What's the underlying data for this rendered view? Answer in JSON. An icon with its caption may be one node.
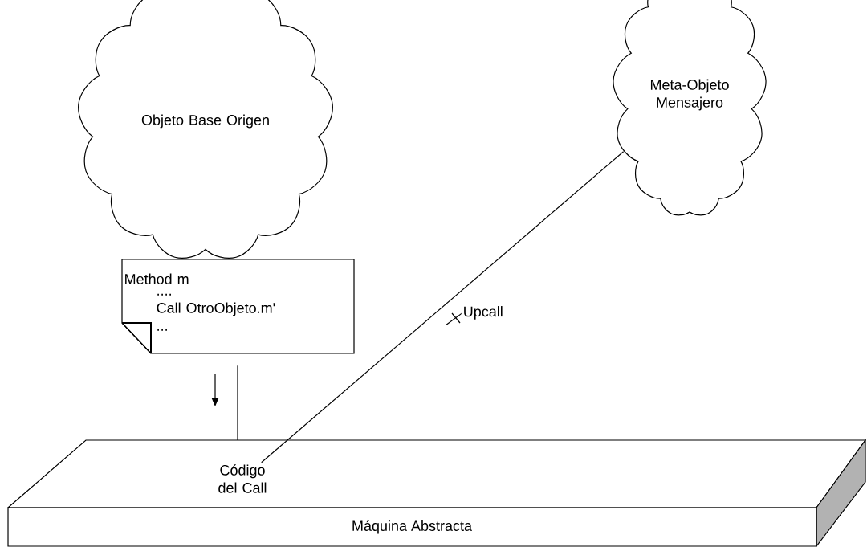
{
  "diagram": {
    "nodes": [
      {
        "text": [
          "Objeto Base Origen"
        ]
      },
      {
        "text": [
          "Meta-Objeto Mensajero"
        ]
      },
      {
        "text": [
          "Method m",
          "....",
          "Call OtroObjeto.m'",
          "..."
        ]
      },
      {
        "text": [
          "Máquina Abstracta"
        ]
      },
      {
        "text": [
          "Código del Call"
        ],
        "in": 3
      }
    ],
    "edges": [
      {
        "from": 2,
        "to": 3,
        "arrow": "none"
      },
      {
        "from": 1,
        "to": 4,
        "arrow": "none",
        "label": "Upcall"
      }
    ]
  }
}
